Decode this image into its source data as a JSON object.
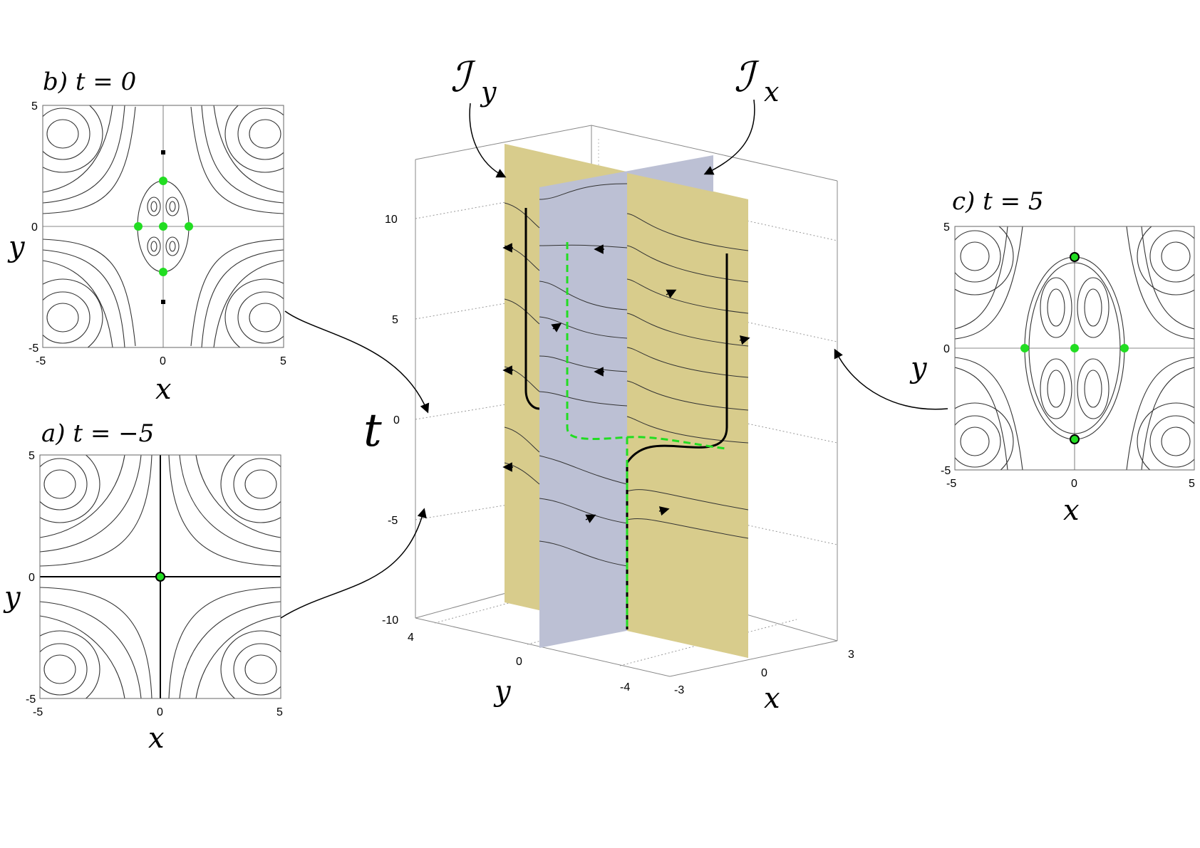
{
  "panels": {
    "b": {
      "title": "b)  t = 0",
      "ymax": "5",
      "ymid": "0",
      "ymin": "-5",
      "xmin": "-5",
      "xmid": "0",
      "xmax": "5",
      "xlabel": "x",
      "ylabel": "y"
    },
    "a": {
      "title": "a)  t = −5",
      "ymax": "5",
      "ymid": "0",
      "ymin": "-5",
      "xmin": "-5",
      "xmid": "0",
      "xmax": "5",
      "xlabel": "x",
      "ylabel": "y"
    },
    "c": {
      "title": "c)  t = 5",
      "ymax": "5",
      "ymid": "0",
      "ymin": "-5",
      "xmin": "-5",
      "xmid": "0",
      "xmax": "5",
      "xlabel": "x",
      "ylabel": "y"
    }
  },
  "center": {
    "label_Iy_main": "ℐ",
    "label_Iy_sub": "y",
    "label_Ix_main": "ℐ",
    "label_Ix_sub": "x",
    "t_ticks": [
      "10",
      "5",
      "0",
      "-5",
      "-10"
    ],
    "y_ticks": [
      "4",
      "0",
      "-4"
    ],
    "x_ticks": [
      "-3",
      "0",
      "3"
    ],
    "t_label": "t",
    "y_label": "y",
    "x_label": "x"
  },
  "colors": {
    "plane_x": "#d8cc8c",
    "plane_y": "#bcc0d4",
    "fixed_point": "#22dd22",
    "manifold": "#22dd22"
  }
}
